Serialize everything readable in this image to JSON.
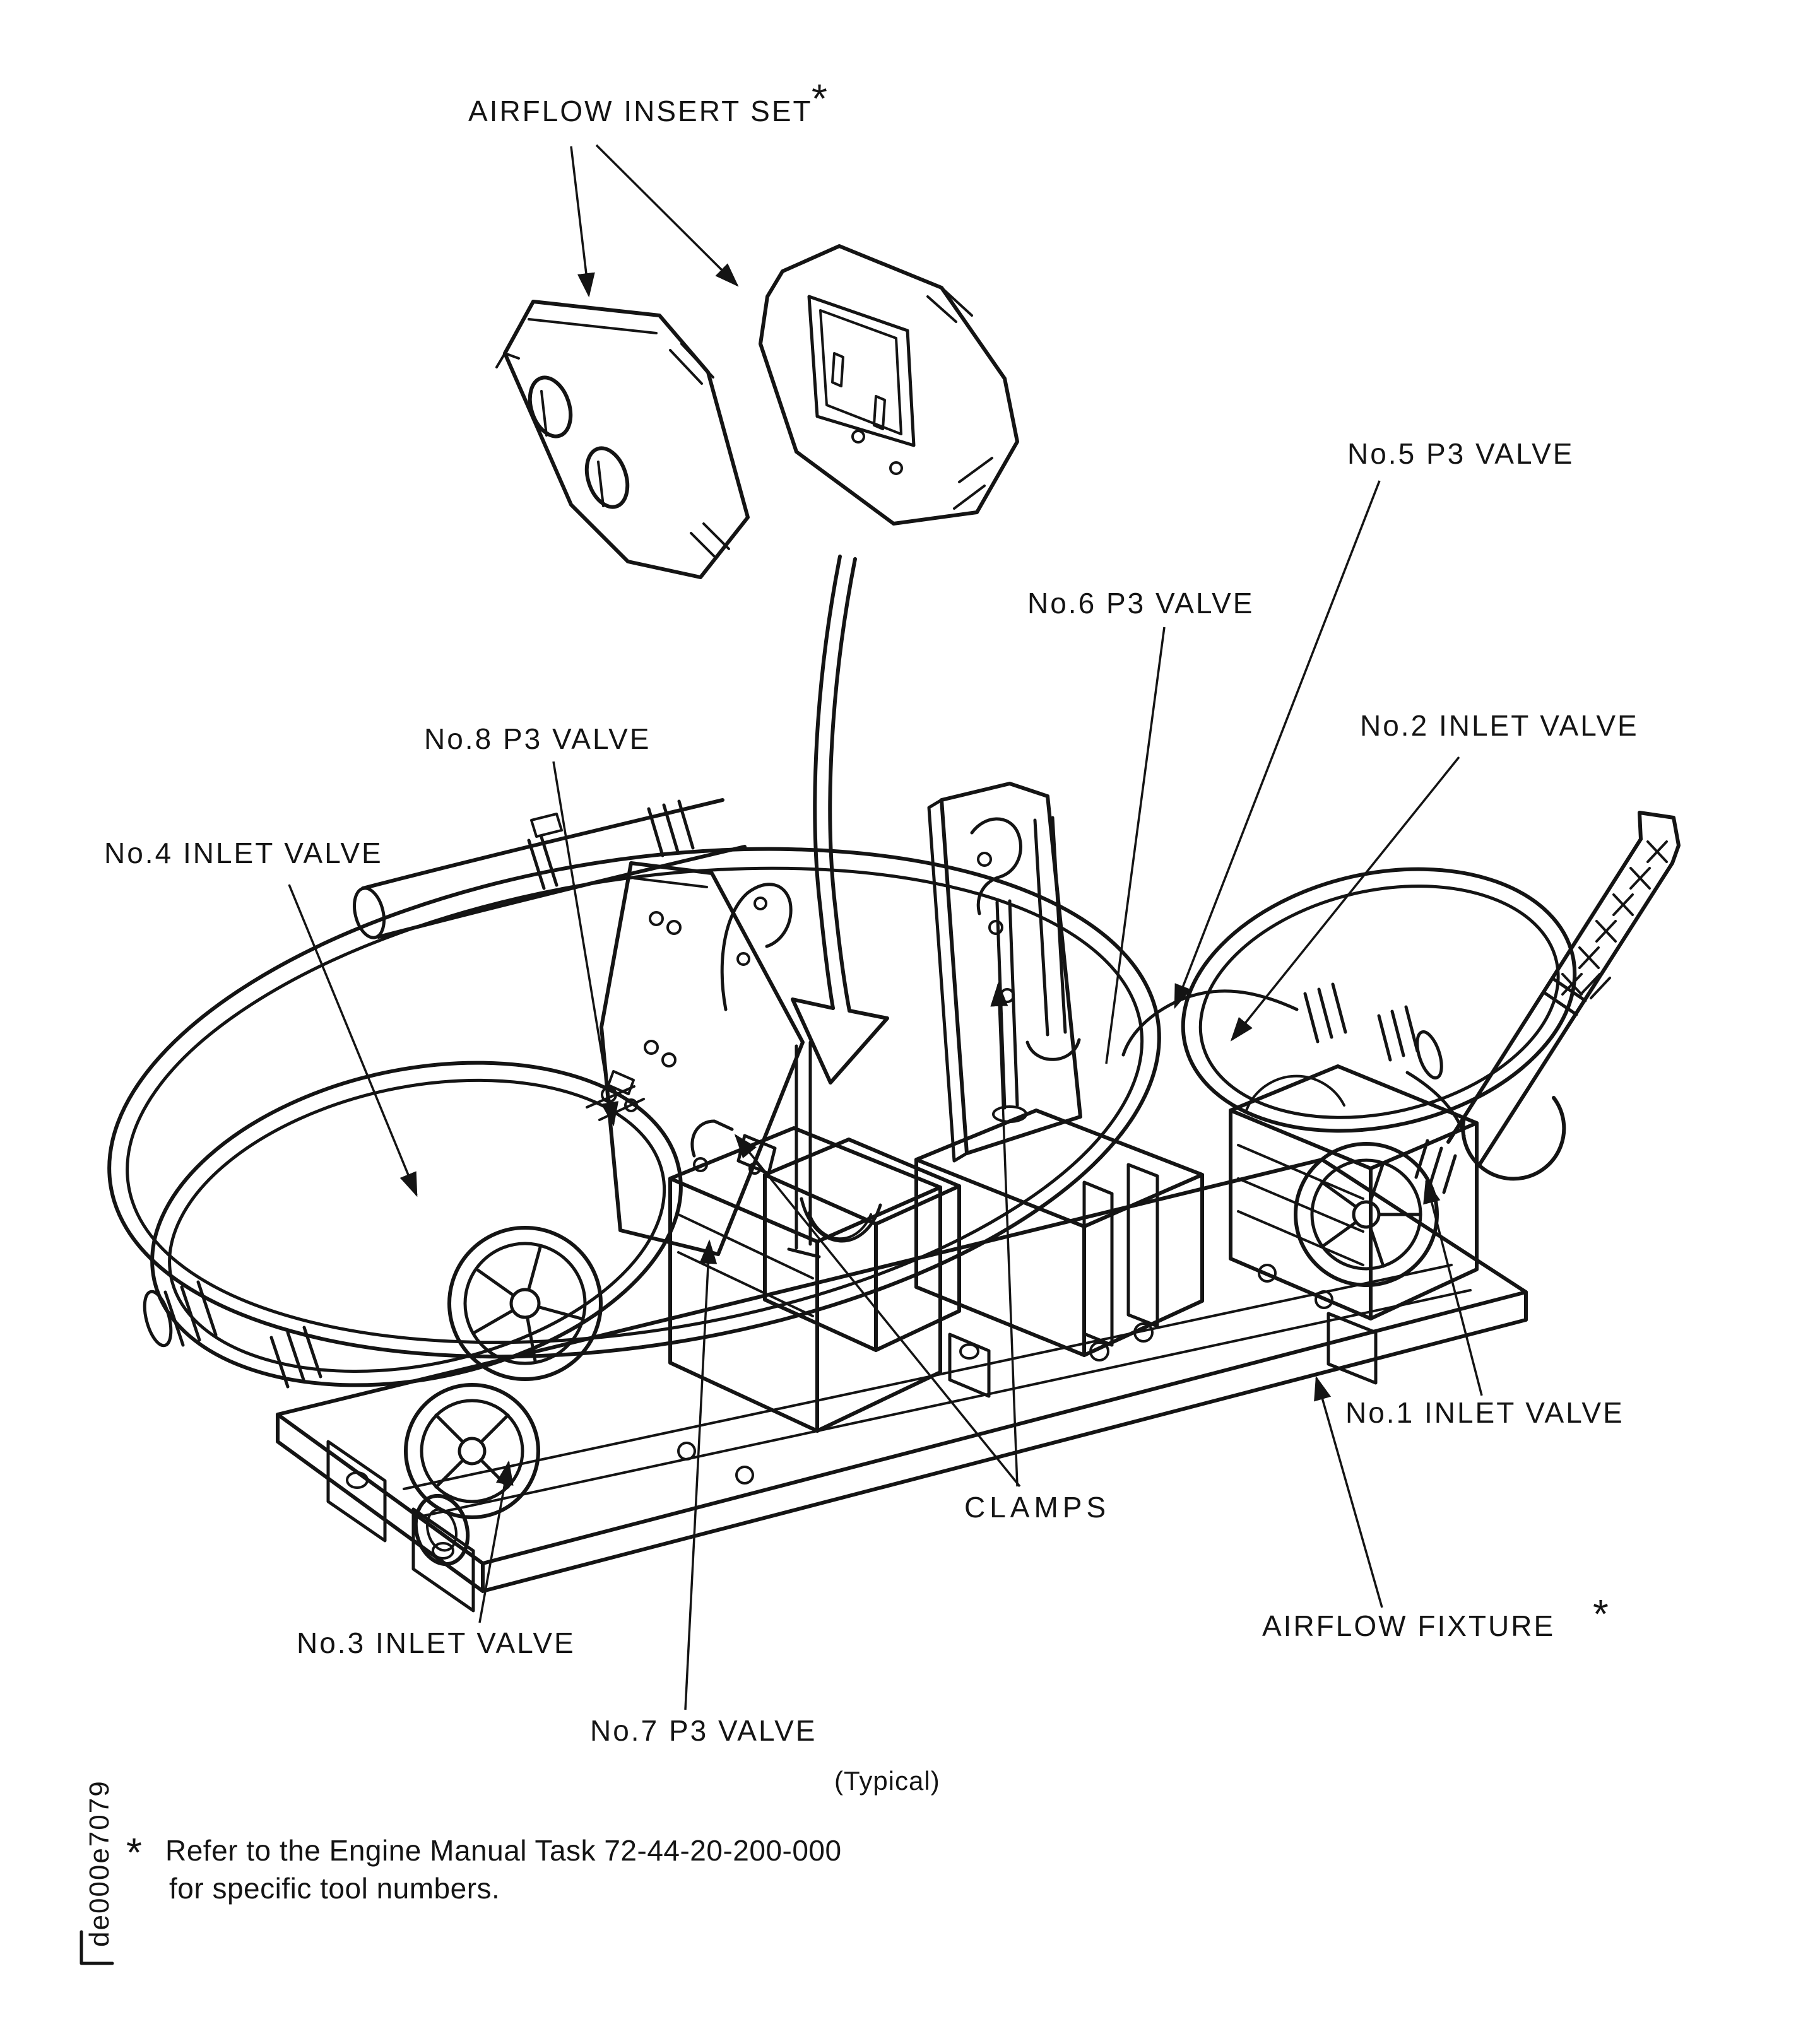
{
  "page": {
    "colors": {
      "ink": "#141414",
      "background": "#ffffff"
    }
  },
  "diagram": {
    "asterisk": "*",
    "labels": {
      "insert_set": "AIRFLOW INSERT SET",
      "no5": "No.5 P3 VALVE",
      "no6": "No.6 P3 VALVE",
      "no2": "No.2 INLET VALVE",
      "no8": "No.8 P3 VALVE",
      "no4": "No.4 INLET VALVE",
      "no1": "No.1 INLET VALVE",
      "clamps": "CLAMPS",
      "fixture": "AIRFLOW FIXTURE",
      "no3": "No.3 INLET VALVE",
      "no7": "No.7 P3 VALVE",
      "typical": "(Typical)"
    },
    "footnote": {
      "line1": "Refer to the Engine Manual Task 72-44-20-200-000",
      "line2": "for specific tool numbers."
    },
    "doc_code": "de000e7079"
  }
}
